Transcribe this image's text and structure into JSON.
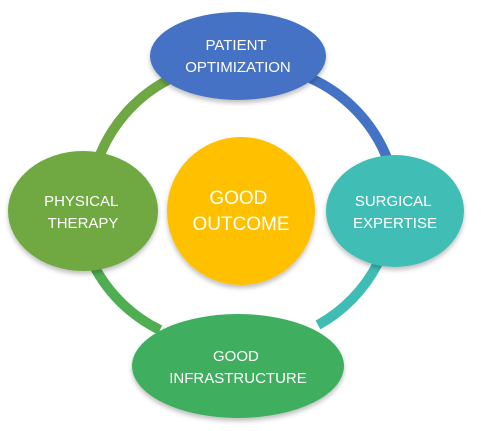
{
  "colors": {
    "patient": "#4472C4",
    "surgical": "#3FBDB5",
    "infrastructure": "#3FAE5E",
    "physical": "#6FA843",
    "center": "#FFC000",
    "text": "#FFFFFF"
  },
  "nodes": {
    "patient": {
      "line1": "PATIENT",
      "line2": "OPTIMIZATION"
    },
    "surgical": {
      "line1": "SURGICAL",
      "line2": "EXPERTISE"
    },
    "infrastructure": {
      "line1": "GOOD",
      "line2": "INFRASTRUCTURE"
    },
    "physical": {
      "line1": "PHYSICAL",
      "line2": "THERAPY"
    },
    "center": {
      "line1": "GOOD",
      "line2": "OUTCOME"
    }
  }
}
